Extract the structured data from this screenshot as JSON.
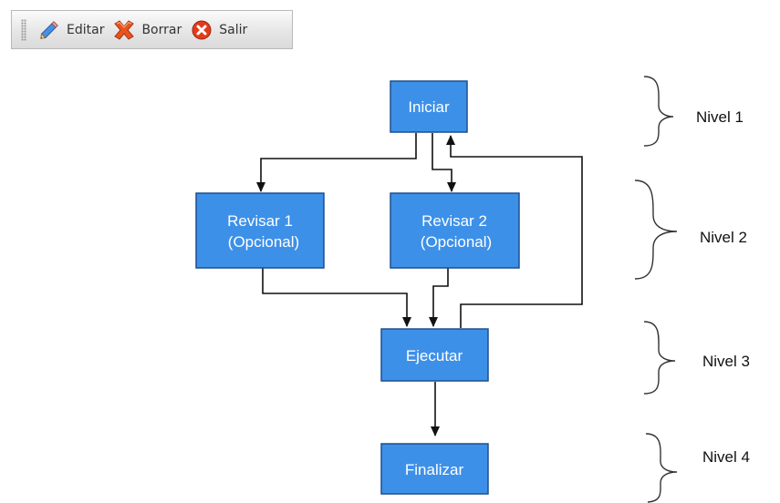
{
  "toolbar": {
    "edit_label": "Editar",
    "delete_label": "Borrar",
    "exit_label": "Salir"
  },
  "diagram": {
    "nodes": {
      "iniciar": "Iniciar",
      "revisar1_line1": "Revisar 1",
      "revisar1_line2": "(Opcional)",
      "revisar2_line1": "Revisar 2",
      "revisar2_line2": "(Opcional)",
      "ejecutar": "Ejecutar",
      "finalizar": "Finalizar"
    },
    "levels": [
      "Nivel 1",
      "Nivel 2",
      "Nivel 3",
      "Nivel 4"
    ]
  },
  "colors": {
    "node_fill": "#3d90e8",
    "node_border": "#1d4f8e"
  }
}
